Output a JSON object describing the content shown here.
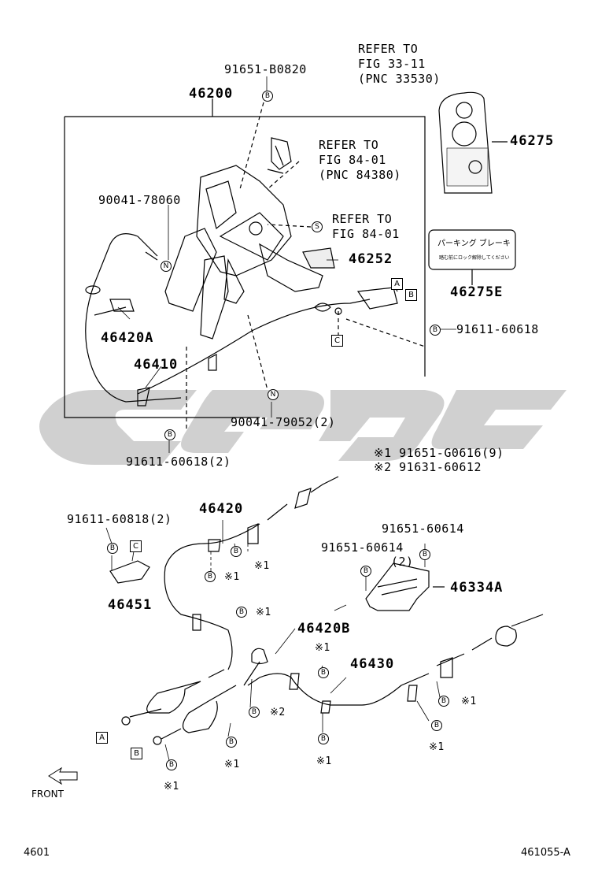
{
  "watermark": {
    "color": "#c8c8c8"
  },
  "callouts": {
    "p91651_b0820": "91651-B0820",
    "p46200": "46200",
    "refer1": [
      "REFER TO",
      "FIG 33-11",
      "(PNC 33530)"
    ],
    "p46275": "46275",
    "refer2": [
      "REFER TO",
      "FIG 84-01",
      "(PNC 84380)"
    ],
    "p90041_78060": "90041-78060",
    "refer3": [
      "REFER TO",
      "FIG 84-01"
    ],
    "p46252": "46252",
    "p46275E": "46275E",
    "p91611_60618": "91611-60618",
    "p46420A": "46420A",
    "p46410": "46410",
    "p90041_79052": "90041-79052(2)",
    "p91611_60618_2": "91611-60618(2)",
    "note1": "※1 91651-G0616(9)",
    "note2": "※2 91631-60612",
    "p46420": "46420",
    "p91611_60818": "91611-60818(2)",
    "p91651_60614_a": "91651-60614",
    "p91651_60614_b": "91651-60614",
    "p91651_60614_b_qty": "(2)",
    "p46334A": "46334A",
    "p46451": "46451",
    "p46420B": "46420B",
    "p46430": "46430"
  },
  "symbols": {
    "b": "B",
    "s": "S",
    "n": "N",
    "tagA": "A",
    "tagB": "B",
    "tagC": "C",
    "x1": "※1",
    "x2": "※2"
  },
  "sticker_text": {
    "line1": "パーキング ブレーキ",
    "line2": "踏む前にロック解除してください"
  },
  "front_label": "FRONT",
  "footer": {
    "left": "4601",
    "right": "461055-A"
  }
}
